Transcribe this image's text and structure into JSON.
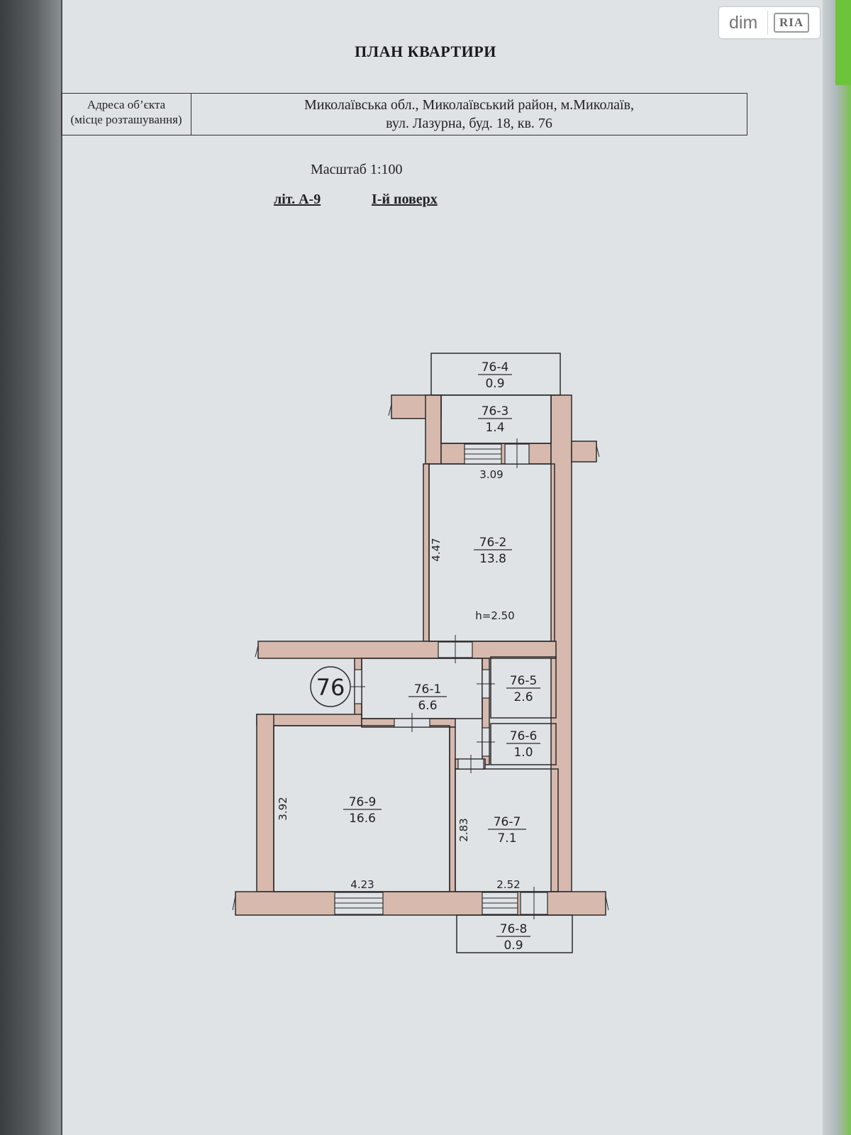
{
  "watermark": {
    "brand": "dim",
    "brand_sub": "RIA"
  },
  "document": {
    "title": "ПЛАН КВАРТИРИ",
    "address_label_line1": "Адреса об’єкта",
    "address_label_line2": "(місце розташування)",
    "address_line1": "Миколаївська обл., Миколаївський район, м.Миколаїв,",
    "address_line2": "вул. Лазурна, буд. 18, кв. 76",
    "scale": "Масштаб 1:100",
    "letter": "літ. А-9",
    "floor": "І-й поверх"
  },
  "plan": {
    "apartment_number": "76",
    "rooms": [
      {
        "id": "76-4",
        "area": "0.9"
      },
      {
        "id": "76-3",
        "area": "1.4"
      },
      {
        "id": "76-2",
        "area": "13.8"
      },
      {
        "id": "76-1",
        "area": "6.6"
      },
      {
        "id": "76-5",
        "area": "2.6"
      },
      {
        "id": "76-6",
        "area": "1.0"
      },
      {
        "id": "76-9",
        "area": "16.6"
      },
      {
        "id": "76-7",
        "area": "7.1"
      },
      {
        "id": "76-8",
        "area": "0.9"
      }
    ],
    "dimensions": {
      "d309": "3.09",
      "d447": "4.47",
      "height": "h=2.50",
      "d392": "3.92",
      "d423": "4.23",
      "d283": "2.83",
      "d252": "2.52"
    },
    "colors": {
      "wall": "#d7b9ae",
      "line": "#2a2a2a"
    }
  }
}
